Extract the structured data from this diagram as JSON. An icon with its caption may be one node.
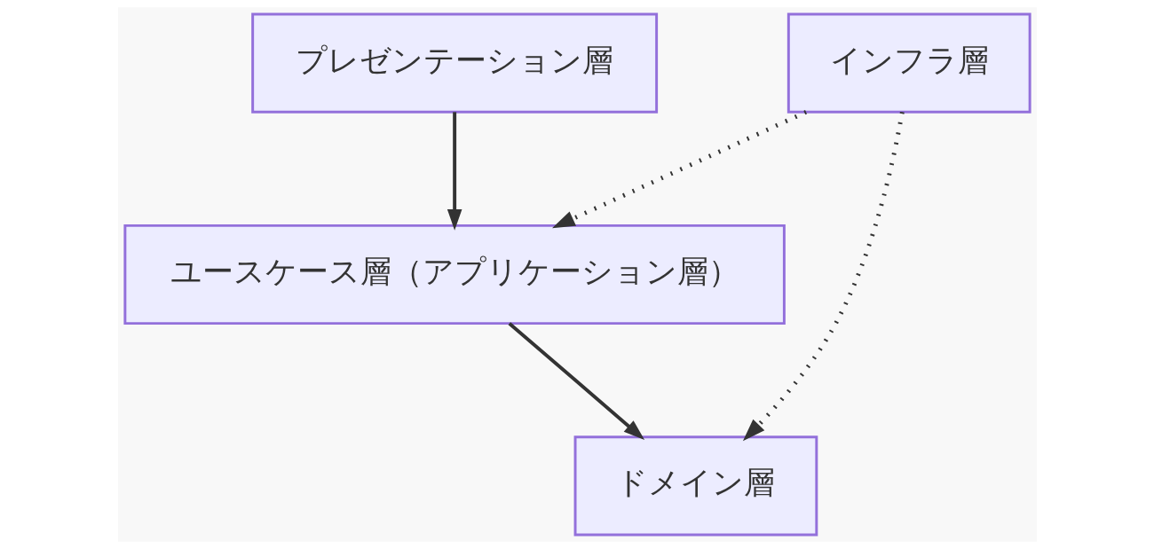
{
  "diagram": {
    "nodes": [
      {
        "text": [
          "プレゼンテーション層"
        ]
      },
      {
        "text": [
          "インフラ層"
        ]
      },
      {
        "text": [
          "ユースケース層（アプリケーション層）"
        ]
      },
      {
        "text": [
          "ドメイン層"
        ]
      }
    ],
    "edges": [
      {
        "from": 0,
        "to": 2,
        "arrow": "to"
      },
      {
        "from": 1,
        "to": 2,
        "arrow": "to",
        "style": "dashed"
      },
      {
        "from": 2,
        "to": 3,
        "arrow": "to"
      },
      {
        "from": 1,
        "to": 3,
        "arrow": "to",
        "style": "dashed"
      }
    ]
  }
}
